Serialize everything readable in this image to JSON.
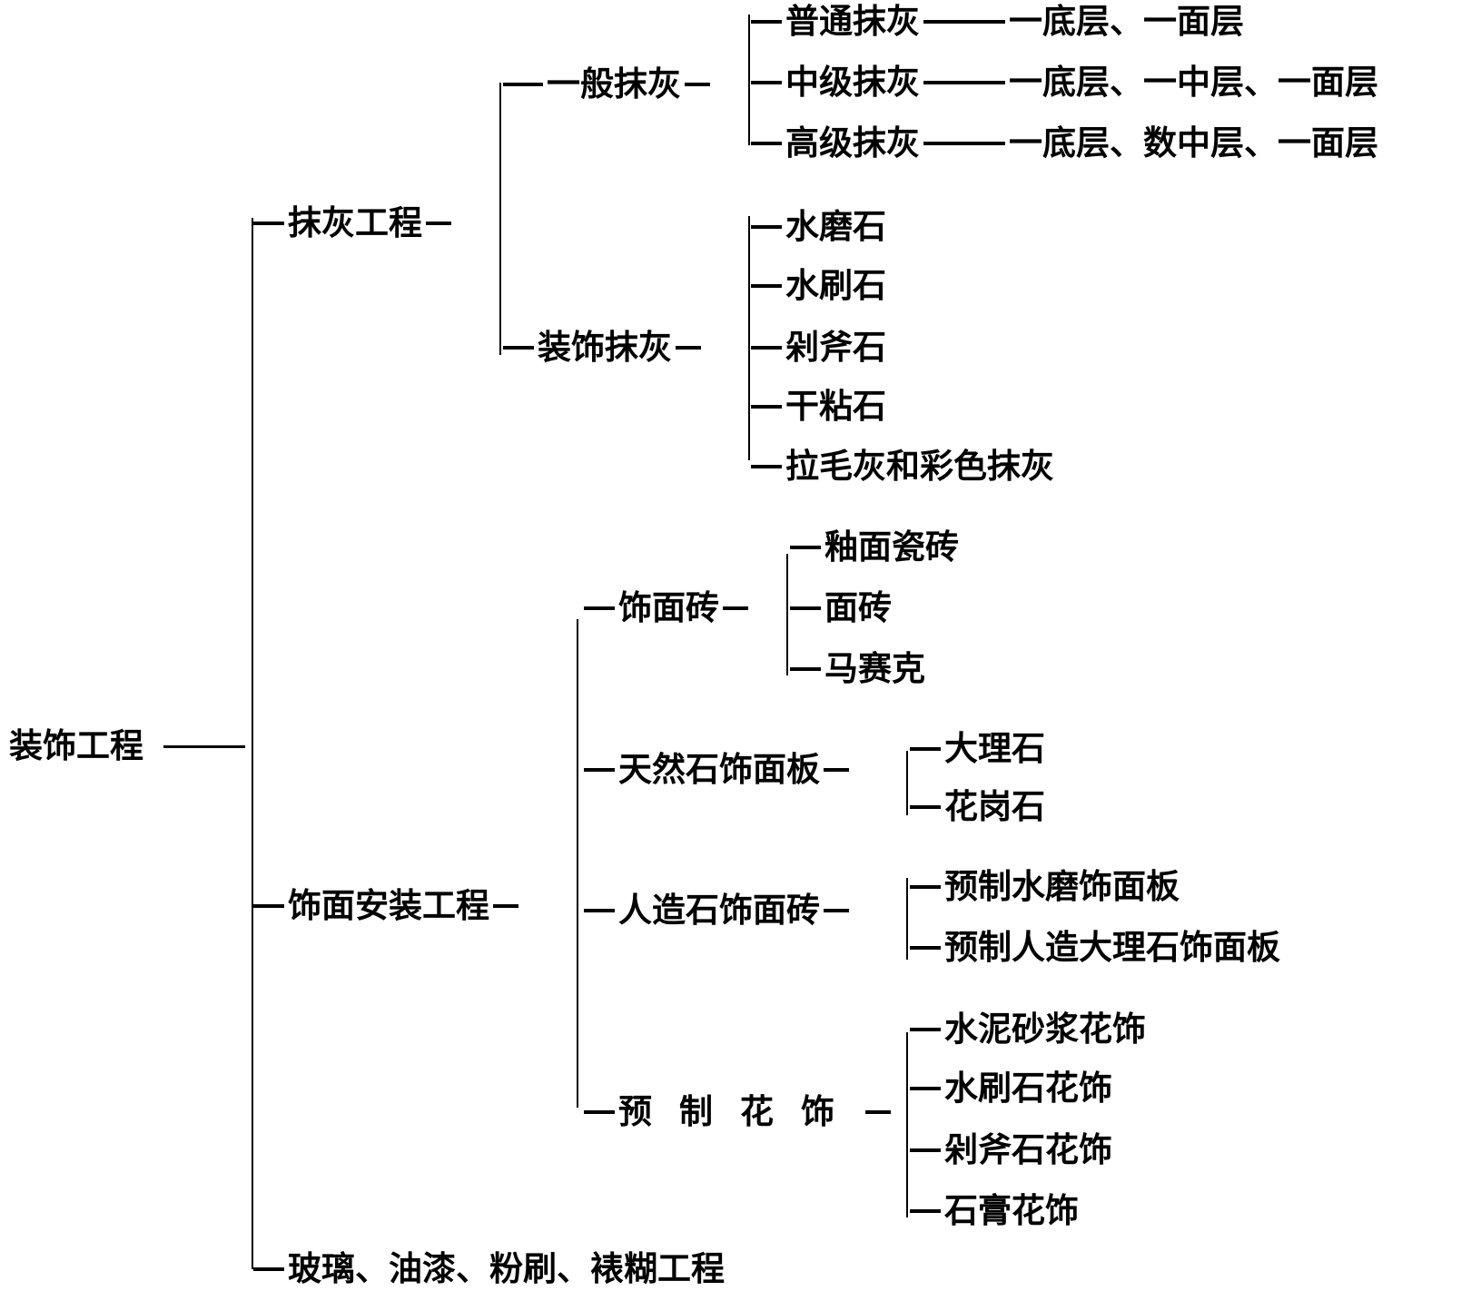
{
  "root": "装饰工程",
  "plaster": {
    "label": "抹灰工程",
    "general": {
      "label": "一般抹灰",
      "items": [
        {
          "label": "普通抹灰",
          "layers": "一底层、一面层"
        },
        {
          "label": "中级抹灰",
          "layers": "一底层、一中层、一面层"
        },
        {
          "label": "高级抹灰",
          "layers": "一底层、数中层、一面层"
        }
      ]
    },
    "decorative": {
      "label": "装饰抹灰",
      "items": [
        "水磨石",
        "水刷石",
        "剁斧石",
        "干粘石",
        "拉毛灰和彩色抹灰"
      ]
    }
  },
  "facing": {
    "label": "饰面安装工程",
    "tiles": {
      "label": "饰面砖",
      "items": [
        "釉面瓷砖",
        "面砖",
        "马赛克"
      ]
    },
    "natural": {
      "label": "天然石饰面板",
      "items": [
        "大理石",
        "花岗石"
      ]
    },
    "artificial": {
      "label": "人造石饰面砖",
      "items": [
        "预制水磨饰面板",
        "预制人造大理石饰面板"
      ]
    },
    "ornament": {
      "label": "预制花饰",
      "items": [
        "水泥砂浆花饰",
        "水刷石花饰",
        "剁斧石花饰",
        "石膏花饰"
      ]
    }
  },
  "other": "玻璃、油漆、粉刷、裱糊工程"
}
